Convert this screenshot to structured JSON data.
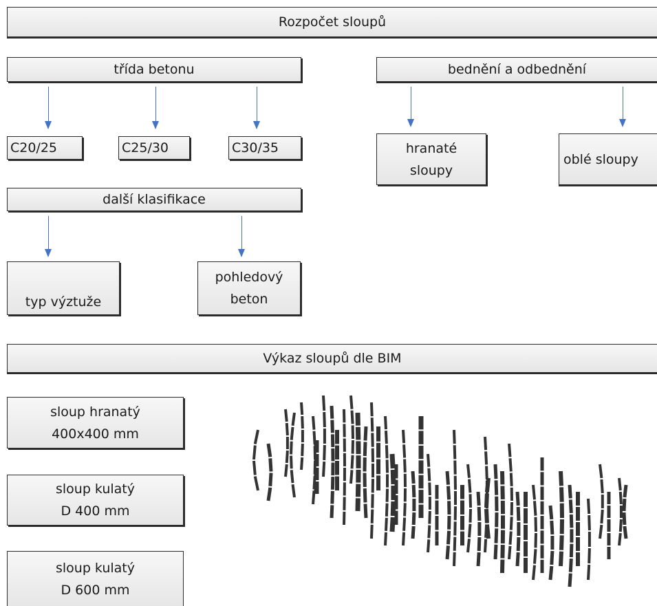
{
  "title": "Rozpočet sloupů",
  "concrete_class": {
    "label": "třída betonu",
    "items": [
      "C20/25",
      "C25/30",
      "C30/35"
    ]
  },
  "formwork": {
    "label": "bednění a odbednění",
    "items": [
      {
        "line1": "hranaté",
        "line2": "sloupy"
      },
      {
        "line1": "oblé sloupy"
      }
    ]
  },
  "further": {
    "label": "další klasifikace",
    "items": [
      {
        "line1": "typ výztuže"
      },
      {
        "line1": "pohledový",
        "line2": "beton"
      }
    ]
  },
  "report": {
    "title": "Výkaz sloupů dle BIM",
    "items": [
      {
        "line1": "sloup hranatý",
        "line2": "400x400 mm"
      },
      {
        "line1": "sloup kulatý",
        "line2": "D 400 mm"
      },
      {
        "line1": "sloup kulatý",
        "line2": "D 600 mm"
      }
    ]
  },
  "colors": {
    "arrow": "#4472c4",
    "column_fill": "#333333",
    "box_fill": "#eeeeee"
  }
}
